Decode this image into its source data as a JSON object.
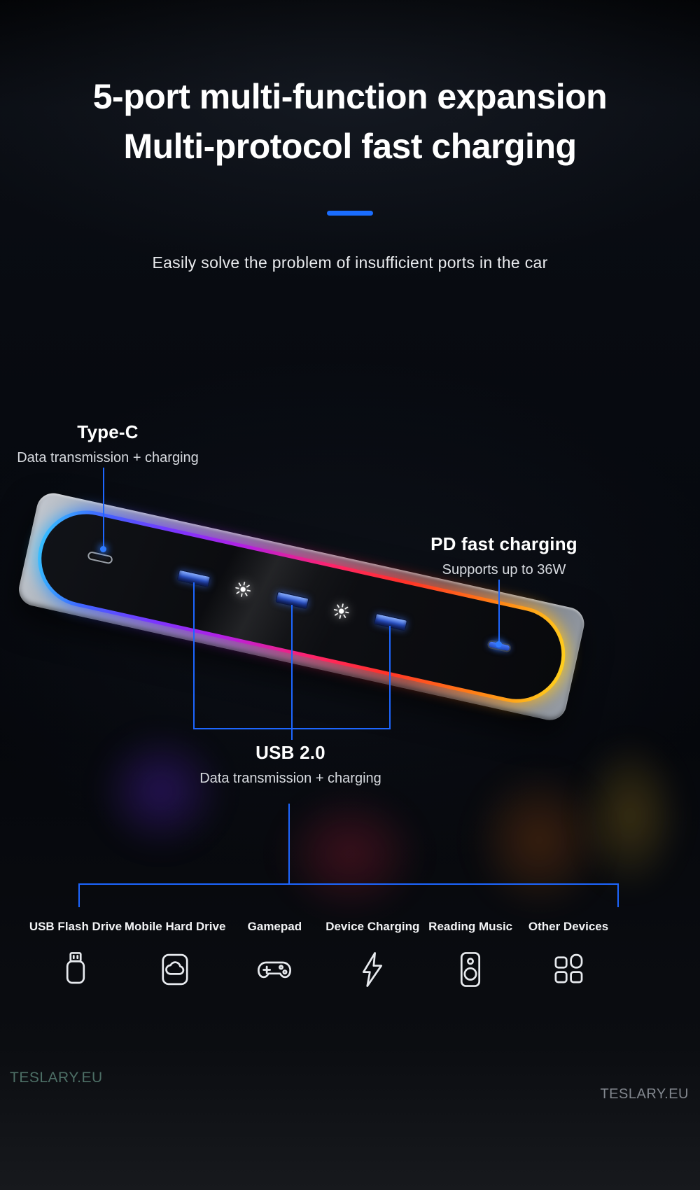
{
  "header": {
    "title_line1": "5-port multi-function expansion",
    "title_line2": "Multi-protocol fast charging",
    "subtitle": "Easily solve the problem of insufficient ports in the car"
  },
  "callouts": {
    "type_c": {
      "title": "Type-C",
      "desc": "Data transmission + charging"
    },
    "pd": {
      "title": "PD fast charging",
      "desc": "Supports up to 36W"
    },
    "usb2": {
      "title": "USB 2.0",
      "desc": "Data transmission + charging"
    }
  },
  "device": {
    "ports": [
      "type-c",
      "usb-a",
      "usb-a",
      "usb-a",
      "type-c-pd"
    ],
    "led_lights": 2
  },
  "devices": [
    {
      "label": "USB Flash Drive",
      "icon": "usb-flash-drive-icon"
    },
    {
      "label": "Mobile Hard Drive",
      "icon": "mobile-hard-drive-icon"
    },
    {
      "label": "Gamepad",
      "icon": "gamepad-icon"
    },
    {
      "label": "Device Charging",
      "icon": "device-charging-icon"
    },
    {
      "label": "Reading Music",
      "icon": "reading-music-icon"
    },
    {
      "label": "Other Devices",
      "icon": "other-devices-icon"
    }
  ],
  "watermarks": {
    "bottom_left": "TESLARY.EU",
    "bottom_right": "TESLARY.EU"
  },
  "colors": {
    "accent_blue": "#1a6dff",
    "callout_line": "#1d66ff",
    "rgb_ring": [
      "#35c4ff",
      "#7a36ff",
      "#b81fe0",
      "#ff2468",
      "#ff7c16",
      "#ffd21e"
    ],
    "background": "#05070c"
  }
}
